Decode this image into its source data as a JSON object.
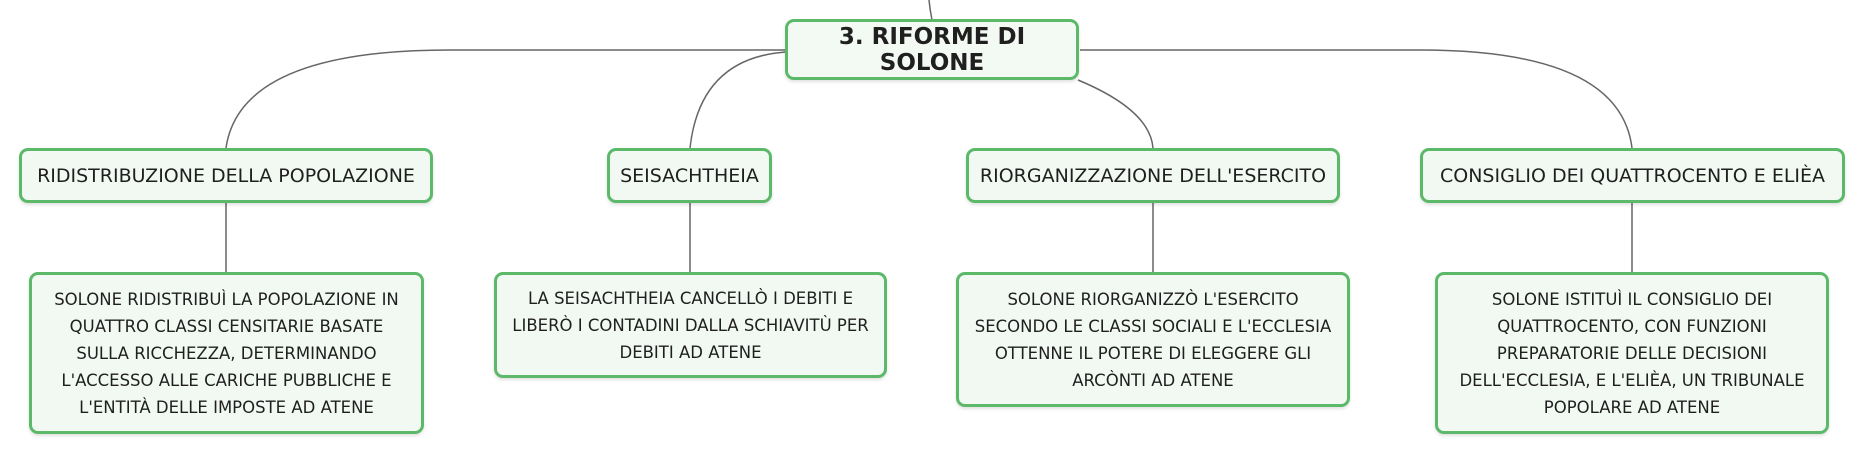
{
  "root": {
    "label": "3. RIFORME DI SOLONE"
  },
  "branches": [
    {
      "label": "RIDISTRIBUZIONE DELLA POPOLAZIONE",
      "detail": "SOLONE RIDISTRIBUÌ LA POPOLAZIONE IN QUATTRO CLASSI CENSITARIE BASATE SULLA RICCHEZZA, DETERMINANDO L'ACCESSO ALLE CARICHE PUBBLICHE E L'ENTITÀ DELLE IMPOSTE AD ATENE"
    },
    {
      "label": "SEISACHTHEIA",
      "detail": "LA SEISACHTHEIA CANCELLÒ I DEBITI E LIBERÒ I CONTADINI DALLA SCHIAVITÙ PER DEBITI AD ATENE"
    },
    {
      "label": "RIORGANIZZAZIONE DELL'ESERCITO",
      "detail": "SOLONE RIORGANIZZÒ L'ESERCITO SECONDO LE CLASSI SOCIALI E L'ECCLESIA OTTENNE IL POTERE DI ELEGGERE GLI ARCÒNTI AD ATENE"
    },
    {
      "label": "CONSIGLIO DEI QUATTROCENTO E ELIÈA",
      "detail": "SOLONE ISTITUÌ IL CONSIGLIO DEI QUATTROCENTO, CON FUNZIONI PREPARATORIE DELLE DECISIONI DELL'ECCLESIA, E L'ELIÈA, UN TRIBUNALE POPOLARE AD ATENE"
    }
  ]
}
